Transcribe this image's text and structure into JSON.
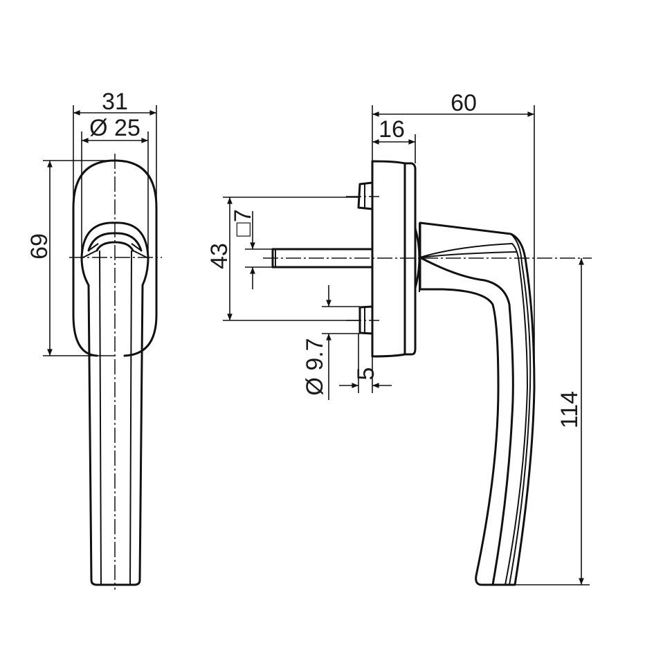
{
  "drawing": {
    "subject": "Window handle technical drawing",
    "front_view": {
      "dimensions": {
        "overall_width": "31",
        "rose_diameter": "Ø 25",
        "rose_height": "69"
      }
    },
    "side_view": {
      "dimensions": {
        "overall_depth": "60",
        "rose_depth": "16",
        "screw_spacing": "43",
        "square_spindle": "□7",
        "screw_diameter": "Ø 9.7",
        "screw_projection": "5",
        "handle_length": "114"
      }
    },
    "colors": {
      "line": "#111111",
      "background": "#ffffff"
    }
  }
}
